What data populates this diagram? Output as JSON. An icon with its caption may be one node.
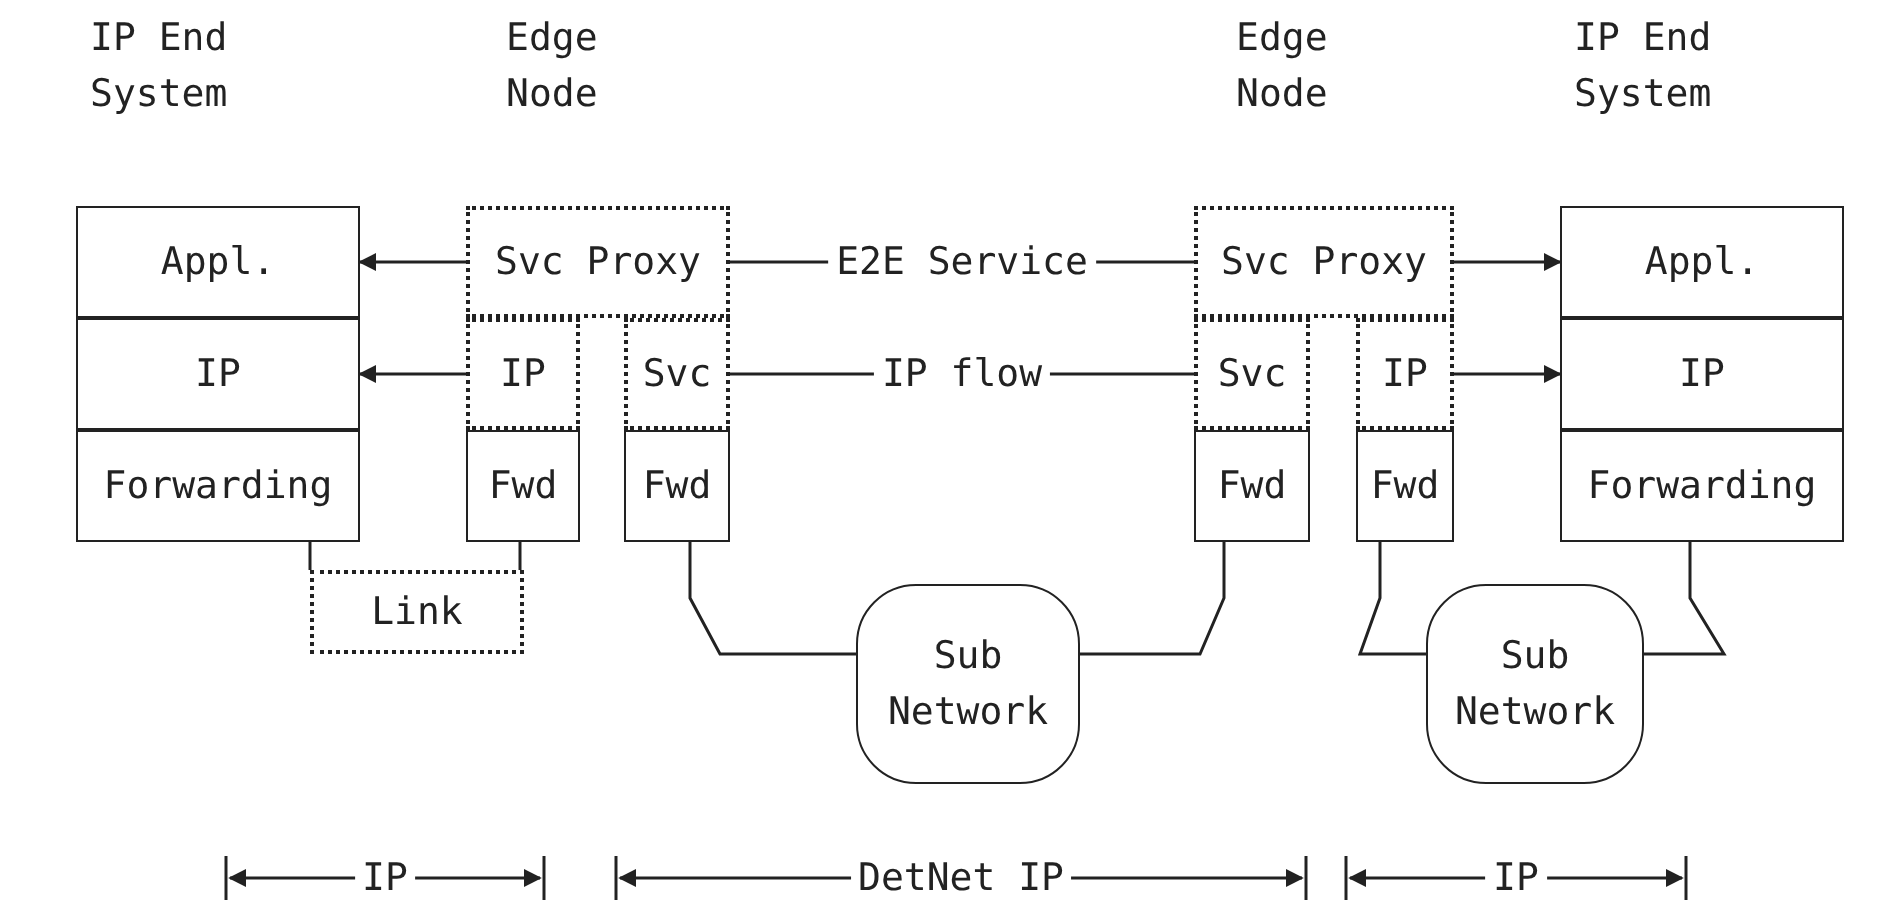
{
  "diagram": {
    "nodes": [
      {
        "text": [
          "Appl."
        ]
      },
      {
        "text": [
          "Svc Proxy"
        ]
      },
      {
        "text": [
          "Svc Proxy"
        ]
      },
      {
        "text": [
          "Appl."
        ]
      },
      {
        "text": [
          "IP"
        ]
      },
      {
        "text": [
          "IP"
        ]
      },
      {
        "text": [
          "Svc"
        ]
      },
      {
        "text": [
          "Svc"
        ]
      },
      {
        "text": [
          "IP"
        ]
      },
      {
        "text": [
          "IP"
        ]
      },
      {
        "text": [
          "Forwarding"
        ]
      },
      {
        "text": [
          "Fwd"
        ]
      },
      {
        "text": [
          "Fwd"
        ]
      },
      {
        "text": [
          "Fwd"
        ]
      },
      {
        "text": [
          "Fwd"
        ]
      },
      {
        "text": [
          "Forwarding"
        ]
      },
      {
        "text": [
          "Link"
        ]
      },
      {
        "text": [
          "Sub Network"
        ]
      },
      {
        "text": [
          "Sub Network"
        ]
      }
    ],
    "edges": [
      {
        "from": 1,
        "to": 0,
        "arrow": "to"
      },
      {
        "from": 1,
        "to": 2,
        "arrow": "none",
        "label": "E2E Service"
      },
      {
        "from": 2,
        "to": 3,
        "arrow": "to"
      },
      {
        "from": 5,
        "to": 4,
        "arrow": "to"
      },
      {
        "from": 6,
        "to": 7,
        "arrow": "none",
        "label": "IP flow"
      },
      {
        "from": 8,
        "to": 9,
        "arrow": "to"
      },
      {
        "from": 10,
        "to": 16,
        "arrow": "none"
      },
      {
        "from": 11,
        "to": 16,
        "arrow": "none"
      },
      {
        "from": 12,
        "to": 17,
        "arrow": "none"
      },
      {
        "from": 17,
        "to": 13,
        "arrow": "none"
      },
      {
        "from": 14,
        "to": 18,
        "arrow": "none"
      },
      {
        "from": 18,
        "to": 15,
        "arrow": "none"
      }
    ],
    "labels": [
      "IP End System",
      "Edge Node",
      "Edge Node",
      "IP End System",
      "IP",
      "DetNet IP",
      "IP"
    ]
  }
}
